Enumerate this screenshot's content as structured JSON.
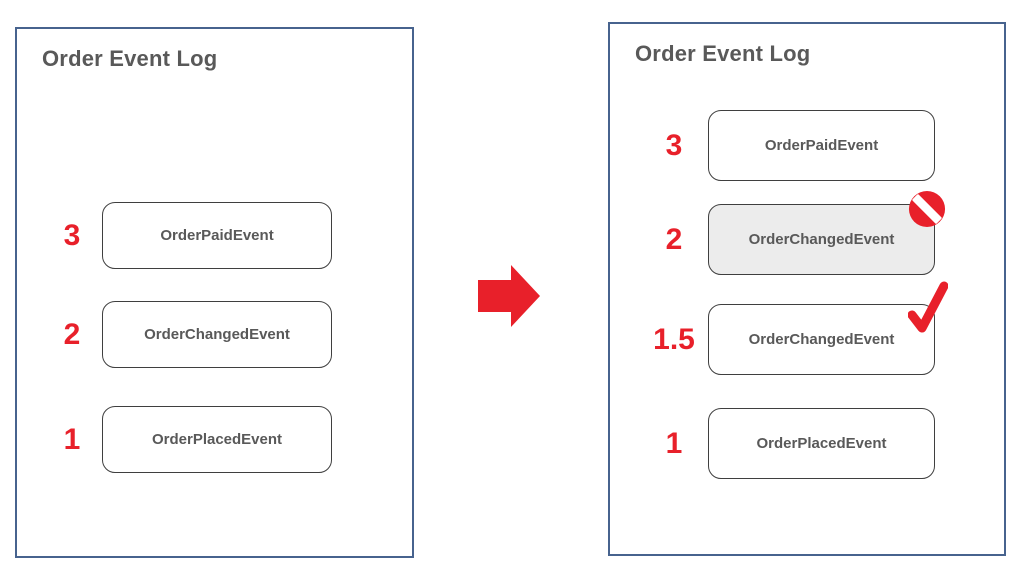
{
  "colors": {
    "accent_red": "#e8202a",
    "panel_border_blue": "#47638e",
    "text_gray": "#595959",
    "box_border": "#3f3f3f",
    "rejected_fill": "#ececec"
  },
  "left_panel": {
    "title": "Order Event Log",
    "events": [
      {
        "seq": "3",
        "label": "OrderPaidEvent"
      },
      {
        "seq": "2",
        "label": "OrderChangedEvent"
      },
      {
        "seq": "1",
        "label": "OrderPlacedEvent"
      }
    ]
  },
  "arrow": {
    "icon": "right-block-arrow",
    "color": "#e8202a"
  },
  "right_panel": {
    "title": "Order Event Log",
    "events": [
      {
        "seq": "3",
        "label": "OrderPaidEvent"
      },
      {
        "seq": "2",
        "label": "OrderChangedEvent",
        "badge": "prohibited-icon"
      },
      {
        "seq": "1.5",
        "label": "OrderChangedEvent",
        "badge": "checkmark-icon"
      },
      {
        "seq": "1",
        "label": "OrderPlacedEvent"
      }
    ]
  }
}
